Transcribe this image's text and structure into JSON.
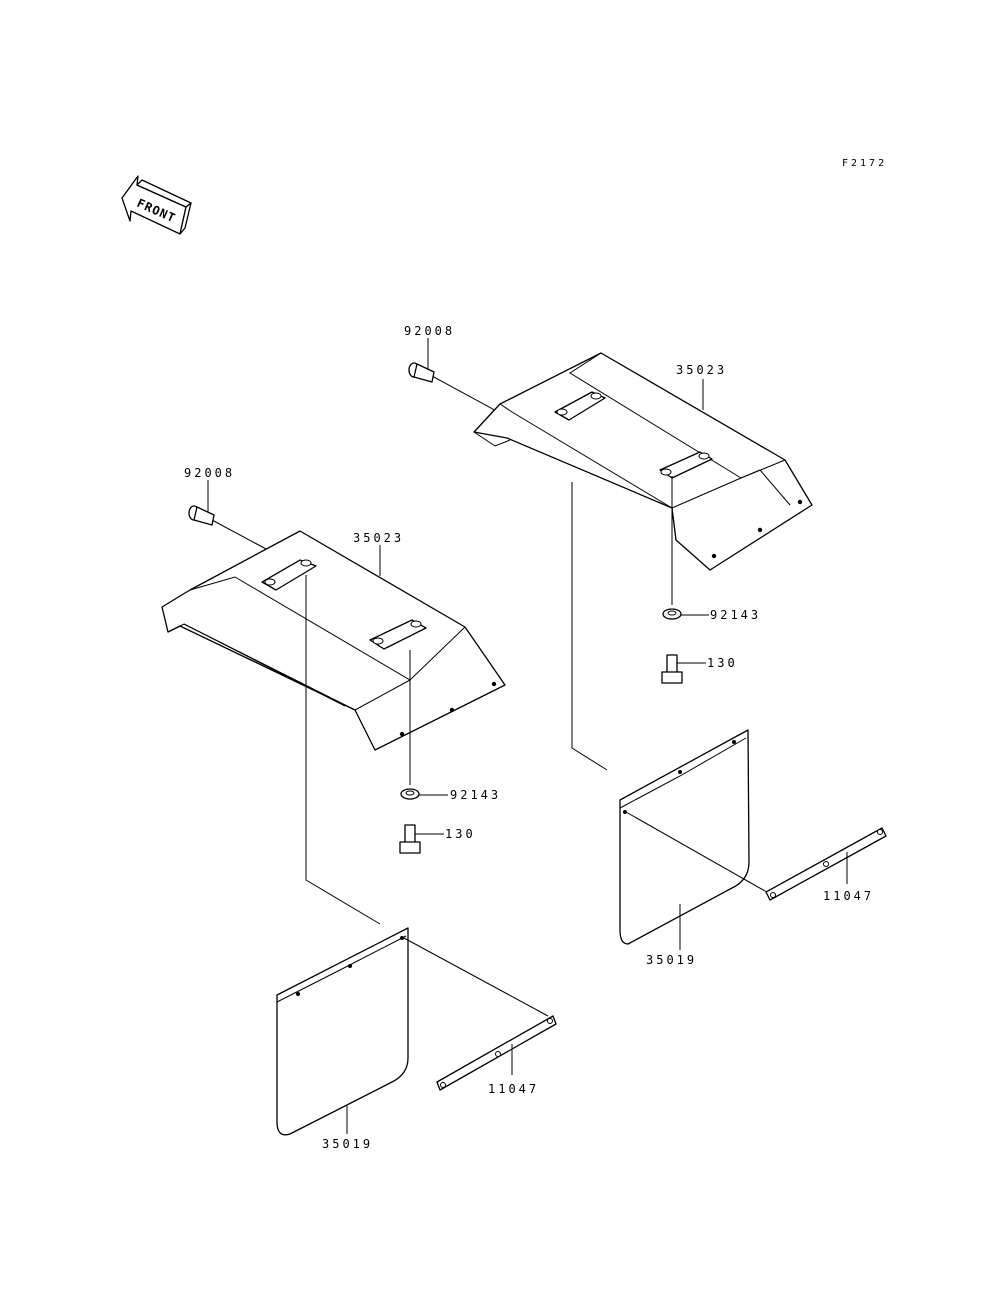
{
  "figure_code": "F2172",
  "front_arrow": {
    "text": "FRONT",
    "icon": "front-arrow-icon"
  },
  "parts": {
    "bolt_92008": "92008",
    "guard_35023": "35023",
    "washer_92143": "92143",
    "bolt_130": "130",
    "mud_flap_35019": "35019",
    "plate_11047": "11047"
  },
  "colors": {
    "line": "#000000",
    "background": "#ffffff"
  }
}
